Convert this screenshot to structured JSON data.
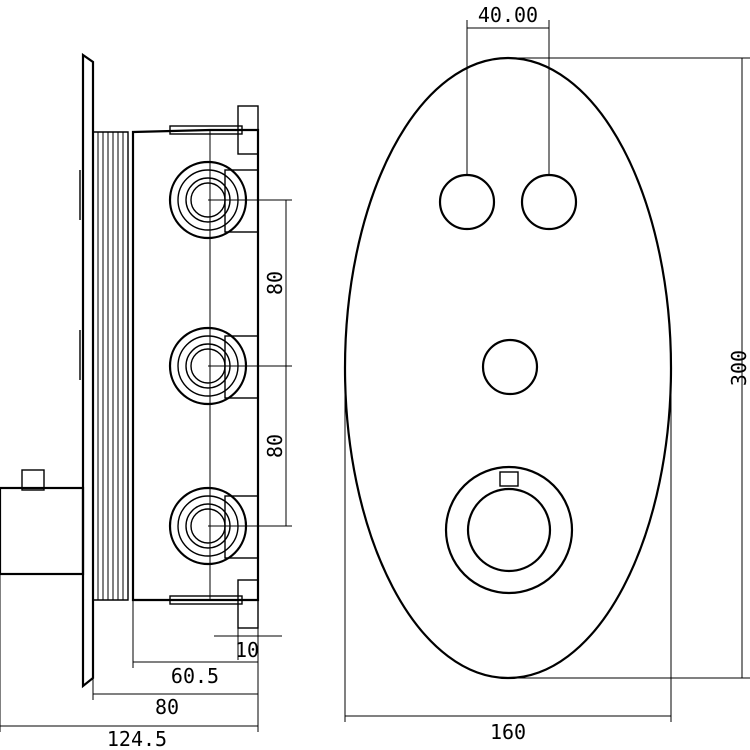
{
  "dimensions": {
    "top_spacing": "40.00",
    "height": "300",
    "width": "160",
    "port_spacing_upper": "80",
    "port_spacing_lower": "80",
    "flange": "10",
    "body_depth": "60.5",
    "depth": "80",
    "overall_depth": "124.5"
  }
}
